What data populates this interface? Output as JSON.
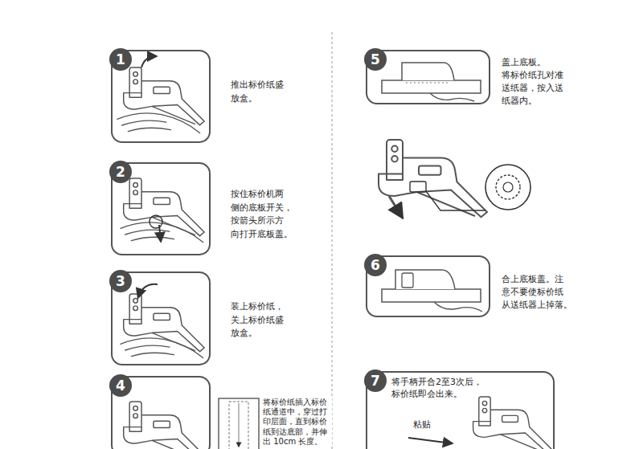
{
  "diagram": {
    "nodes": [
      {
        "text": [
          "1",
          "推出标价纸盛 放盒。"
        ]
      },
      {
        "text": [
          "2",
          "按住标价机两 侧的底板开关， 按箭头所示方 向打开底板盖。"
        ]
      },
      {
        "text": [
          "3",
          "装上标价纸， 关上标价纸盛 放盒。"
        ]
      },
      {
        "text": [
          "4",
          "将标价纸插入标价 纸通道中，穿过打 印层面，直到标价 纸到达底部，并伸 出 10cm 长度。"
        ]
      },
      {
        "text": [
          "5",
          "盖上底板。 将标价纸孔对准 送纸器，按入送 纸器内。"
        ]
      },
      {
        "text": [
          "6",
          "合上底板盖。注 意不要使标价纸 从送纸器上掉落。"
        ]
      },
      {
        "text": [
          "7",
          "将手柄开合2至3次后， 标价纸即会出来。"
        ]
      }
    ],
    "labels": [
      "粘贴"
    ]
  }
}
